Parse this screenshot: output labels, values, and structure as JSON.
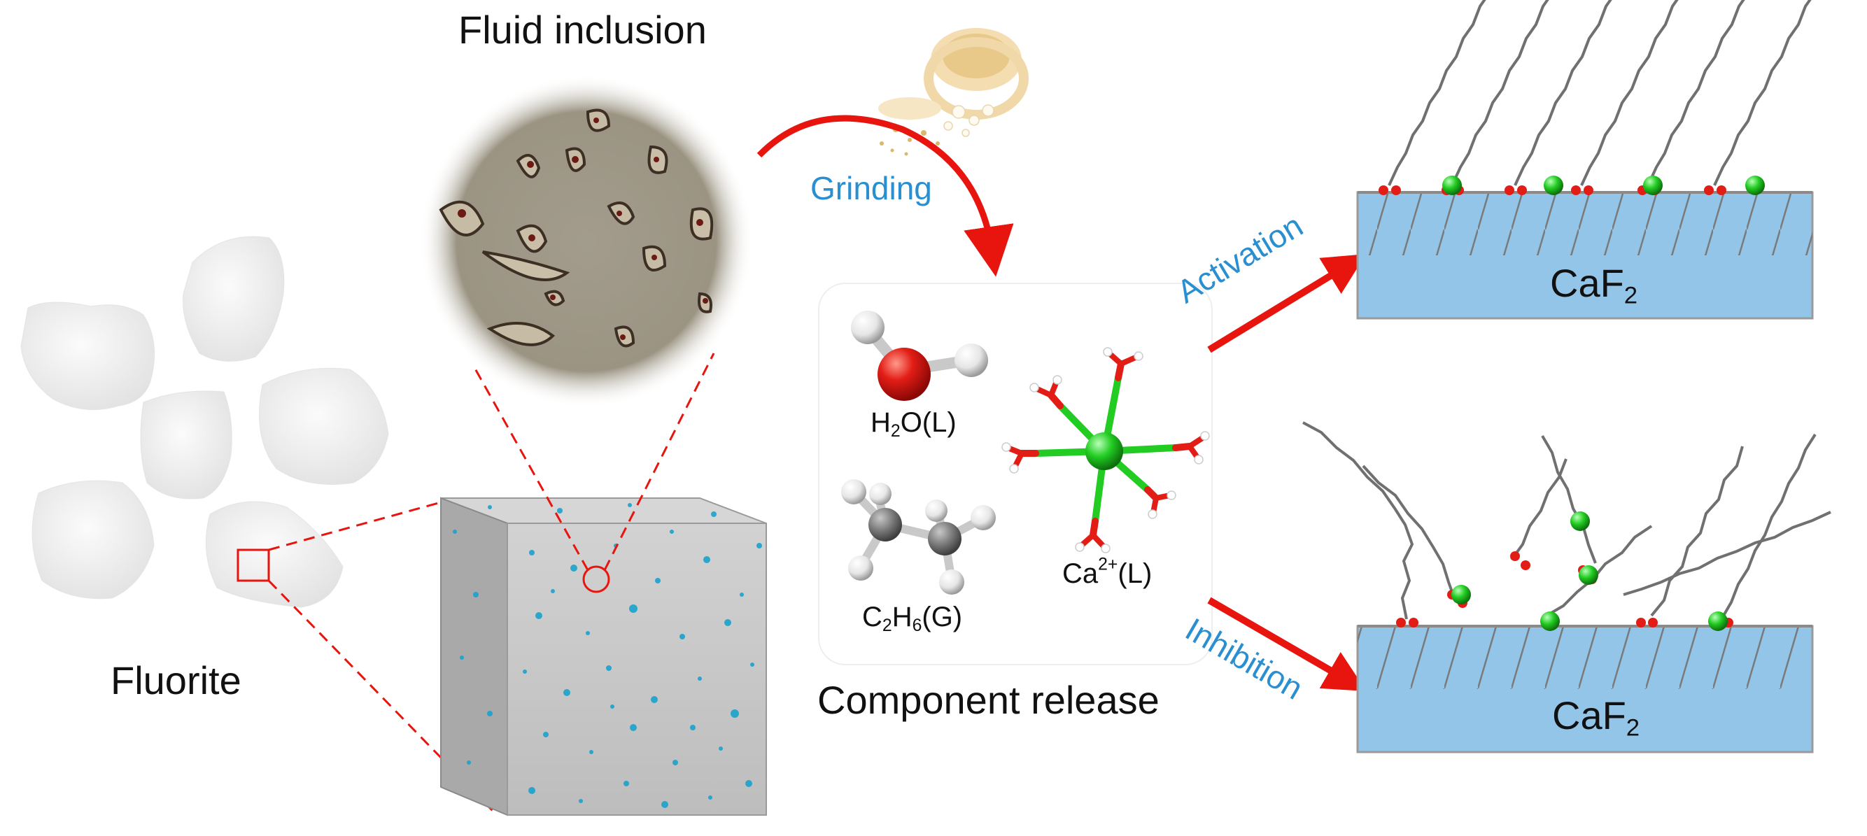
{
  "labels": {
    "fluid_inclusion": "Fluid inclusion",
    "fluorite": "Fluorite",
    "grinding": "Grinding",
    "component_release": "Component release",
    "activation": "Activation",
    "inhibition": "Inhibition"
  },
  "molecules": {
    "water": {
      "a": "H",
      "sub": "2",
      "b": "O(L)"
    },
    "ethane": {
      "a": "C",
      "sub1": "2",
      "b": "H",
      "sub2": "6",
      "c": "(G)"
    },
    "calcium": {
      "a": "Ca",
      "sup": "2+",
      "b": "(L)"
    }
  },
  "surfaces": {
    "top": {
      "a": "CaF",
      "sub": "2"
    },
    "bottom": {
      "a": "CaF",
      "sub": "2"
    }
  },
  "colors": {
    "arrow_red": "#e8150f",
    "label_blue": "#2a8fd0",
    "surface_blue": "#92c5e8",
    "calcium_green": "#22cc22",
    "oxygen_red": "#e21d16",
    "carbon_grey": "#7a7a7a",
    "inclusion_cyan": "#1aa2cc"
  },
  "icons": [
    "fluorite-crystal-icon",
    "microscope-view-icon",
    "ore-cube-icon",
    "mortar-grinding-icon",
    "molecule-icon",
    "collector-chain-icon"
  ]
}
